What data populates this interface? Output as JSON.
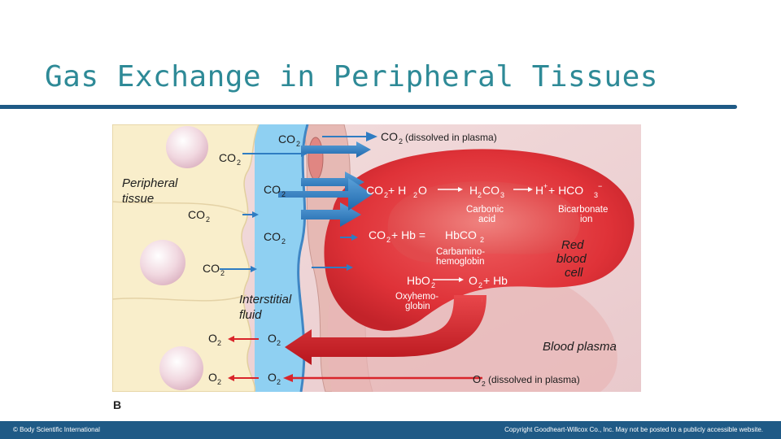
{
  "slide": {
    "title": "Gas Exchange in Peripheral Tissues",
    "figure_letter": "B"
  },
  "diagram": {
    "left_labels": {
      "peripheral": "Peripheral",
      "tissue": "tissue",
      "interstitial": "Interstitial",
      "fluid": "fluid"
    },
    "co2": "CO",
    "o2": "O",
    "sub2": "2",
    "co2_dissolved": "(dissolved in plasma)",
    "o2_dissolved": "(dissolved in plasma)",
    "eq1": {
      "co2": "CO",
      "plus_h2o": " + H",
      "o": "O",
      "h2co3_h": "H",
      "h2co3_co": "CO",
      "h2co3_3": "3",
      "hplus": "H",
      "plus_sup": "+",
      "hco3": " + HCO",
      "sub3": "3",
      "minus_sup": "−"
    },
    "carbonic": "Carbonic",
    "acid": "acid",
    "bicarbonate": "Bicarbonate",
    "ion": "ion",
    "eq2": {
      "co2": "CO",
      "plus_hb": " + Hb = ",
      "hbco2": "HbCO"
    },
    "carbamino": "Carbamino-",
    "hemoglobin": "hemoglobin",
    "eq3": {
      "hbo2": "HbO",
      "o2": "O",
      "plus_hb": " + Hb"
    },
    "oxyhemo": "Oxyhemo-",
    "globin": "globin",
    "red": "Red",
    "blood": "blood",
    "cell": "cell",
    "blood_plasma": "Blood plasma"
  },
  "footer": {
    "left": "© Body Scientific International",
    "right": "Copyright Goodheart-Willcox Co., Inc. May not be posted to a publicly accessible website."
  },
  "colors": {
    "title": "#2e8a97",
    "rule": "#1f5a86",
    "tissue": "#f9eecb",
    "interstitial": "#8fd0f2",
    "red_cell": "#e0363b",
    "arrow_blue": "#2f7cc2",
    "arrow_red": "#d9252b"
  }
}
